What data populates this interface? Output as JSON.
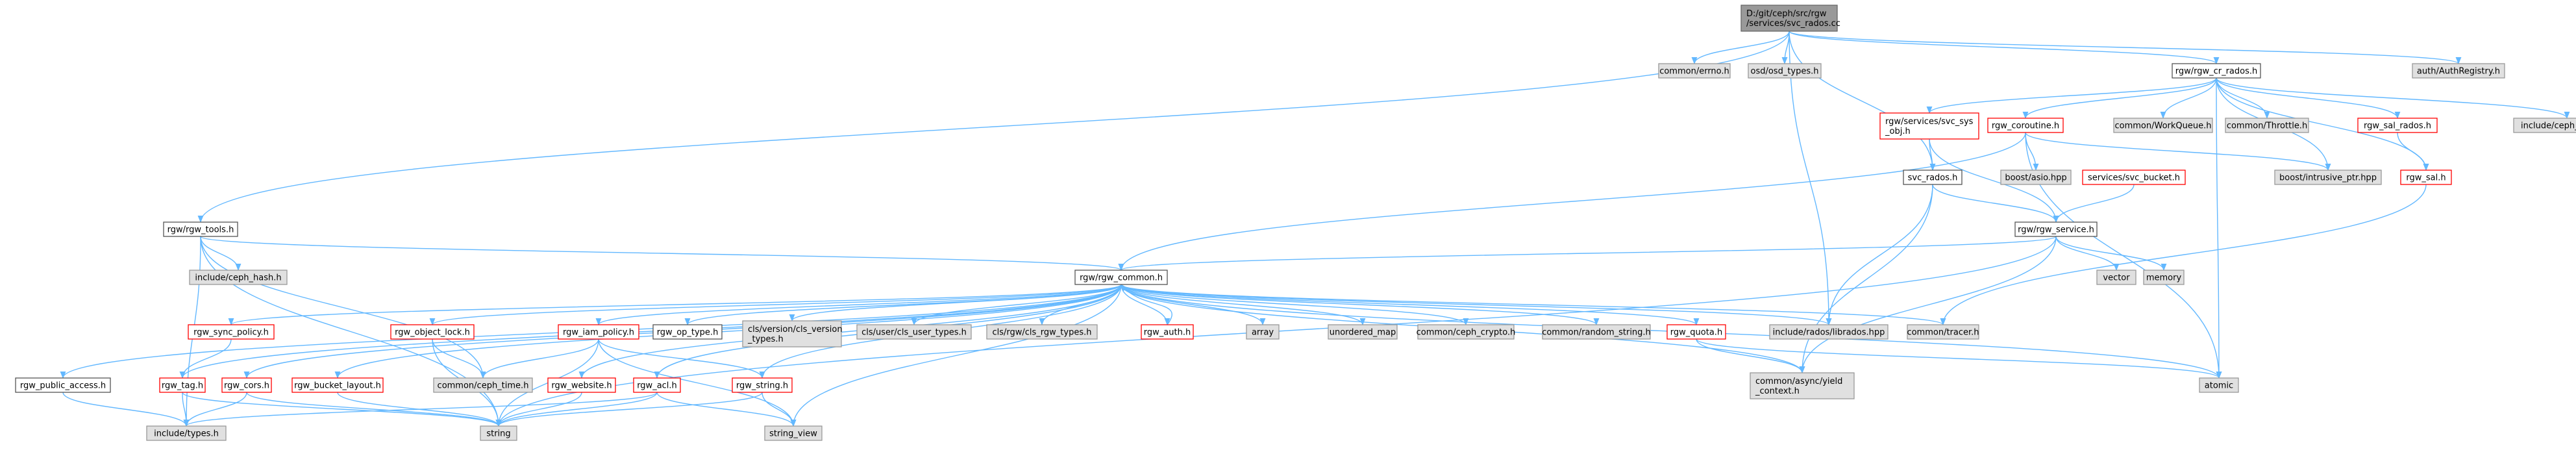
{
  "diagram": {
    "type": "include-dependency-graph",
    "colors": {
      "edge": "#63b8ff",
      "red_border": "#ff0000",
      "gray_fill": "#e0e0e0",
      "root_fill": "#999999"
    },
    "nodes": [
      {
        "id": "root",
        "lines": [
          "D:/git/ceph/src/rgw",
          "/services/svc_rados.cc"
        ],
        "style": "root"
      },
      {
        "id": "rgw_tools",
        "lines": [
          "rgw/rgw_tools.h"
        ],
        "style": "white"
      },
      {
        "id": "common_errno",
        "lines": [
          "common/errno.h"
        ],
        "style": "gray"
      },
      {
        "id": "osd_types",
        "lines": [
          "osd/osd_types.h"
        ],
        "style": "gray"
      },
      {
        "id": "rgw_cr_rados",
        "lines": [
          "rgw/rgw_cr_rados.h"
        ],
        "style": "white"
      },
      {
        "id": "auth_registry",
        "lines": [
          "auth/AuthRegistry.h"
        ],
        "style": "gray"
      },
      {
        "id": "svc_sys_obj",
        "lines": [
          "rgw/services/svc_sys",
          "_obj.h"
        ],
        "style": "red"
      },
      {
        "id": "rgw_coroutine",
        "lines": [
          "rgw_coroutine.h"
        ],
        "style": "red"
      },
      {
        "id": "workqueue",
        "lines": [
          "common/WorkQueue.h"
        ],
        "style": "gray"
      },
      {
        "id": "throttle",
        "lines": [
          "common/Throttle.h"
        ],
        "style": "gray"
      },
      {
        "id": "rgw_sal_rados",
        "lines": [
          "rgw_sal_rados.h"
        ],
        "style": "red"
      },
      {
        "id": "ceph_assert",
        "lines": [
          "include/ceph_assert.h"
        ],
        "style": "gray"
      },
      {
        "id": "svc_rados_h",
        "lines": [
          "svc_rados.h"
        ],
        "style": "white"
      },
      {
        "id": "boost_asio",
        "lines": [
          "boost/asio.hpp"
        ],
        "style": "gray"
      },
      {
        "id": "svc_bucket",
        "lines": [
          "services/svc_bucket.h"
        ],
        "style": "red"
      },
      {
        "id": "intrusive_ptr",
        "lines": [
          "boost/intrusive_ptr.hpp"
        ],
        "style": "gray"
      },
      {
        "id": "rgw_sal",
        "lines": [
          "rgw_sal.h"
        ],
        "style": "red"
      },
      {
        "id": "ceph_hash",
        "lines": [
          "include/ceph_hash.h"
        ],
        "style": "gray"
      },
      {
        "id": "rgw_service",
        "lines": [
          "rgw/rgw_service.h"
        ],
        "style": "white"
      },
      {
        "id": "vector",
        "lines": [
          "vector"
        ],
        "style": "gray"
      },
      {
        "id": "memory",
        "lines": [
          "memory"
        ],
        "style": "gray"
      },
      {
        "id": "rgw_common",
        "lines": [
          "rgw/rgw_common.h"
        ],
        "style": "white"
      },
      {
        "id": "rgw_sync_policy",
        "lines": [
          "rgw_sync_policy.h"
        ],
        "style": "red"
      },
      {
        "id": "rgw_object_lock",
        "lines": [
          "rgw_object_lock.h"
        ],
        "style": "red"
      },
      {
        "id": "rgw_iam_policy",
        "lines": [
          "rgw_iam_policy.h"
        ],
        "style": "red"
      },
      {
        "id": "rgw_op_type",
        "lines": [
          "rgw_op_type.h"
        ],
        "style": "white"
      },
      {
        "id": "cls_version_types",
        "lines": [
          "cls/version/cls_version",
          "_types.h"
        ],
        "style": "gray"
      },
      {
        "id": "cls_user_types",
        "lines": [
          "cls/user/cls_user_types.h"
        ],
        "style": "gray"
      },
      {
        "id": "cls_rgw_types",
        "lines": [
          "cls/rgw/cls_rgw_types.h"
        ],
        "style": "gray"
      },
      {
        "id": "rgw_auth",
        "lines": [
          "rgw_auth.h"
        ],
        "style": "red"
      },
      {
        "id": "array",
        "lines": [
          "array"
        ],
        "style": "gray"
      },
      {
        "id": "unordered_map",
        "lines": [
          "unordered_map"
        ],
        "style": "gray"
      },
      {
        "id": "ceph_crypto",
        "lines": [
          "common/ceph_crypto.h"
        ],
        "style": "gray"
      },
      {
        "id": "random_string",
        "lines": [
          "common/random_string.h"
        ],
        "style": "gray"
      },
      {
        "id": "rgw_quota",
        "lines": [
          "rgw_quota.h"
        ],
        "style": "red"
      },
      {
        "id": "librados",
        "lines": [
          "include/rados/librados.hpp"
        ],
        "style": "gray"
      },
      {
        "id": "tracer",
        "lines": [
          "common/tracer.h"
        ],
        "style": "gray"
      },
      {
        "id": "rgw_public_access",
        "lines": [
          "rgw_public_access.h"
        ],
        "style": "white"
      },
      {
        "id": "rgw_tag",
        "lines": [
          "rgw_tag.h"
        ],
        "style": "red"
      },
      {
        "id": "rgw_cors",
        "lines": [
          "rgw_cors.h"
        ],
        "style": "red"
      },
      {
        "id": "rgw_bucket_layout",
        "lines": [
          "rgw_bucket_layout.h"
        ],
        "style": "red"
      },
      {
        "id": "ceph_time",
        "lines": [
          "common/ceph_time.h"
        ],
        "style": "gray"
      },
      {
        "id": "rgw_website",
        "lines": [
          "rgw_website.h"
        ],
        "style": "red"
      },
      {
        "id": "rgw_acl",
        "lines": [
          "rgw_acl.h"
        ],
        "style": "red"
      },
      {
        "id": "rgw_string",
        "lines": [
          "rgw_string.h"
        ],
        "style": "red"
      },
      {
        "id": "yield_context",
        "lines": [
          "common/async/yield",
          "_context.h"
        ],
        "style": "gray"
      },
      {
        "id": "atomic",
        "lines": [
          "atomic"
        ],
        "style": "gray"
      },
      {
        "id": "include_types",
        "lines": [
          "include/types.h"
        ],
        "style": "gray"
      },
      {
        "id": "string",
        "lines": [
          "string"
        ],
        "style": "gray"
      },
      {
        "id": "string_view",
        "lines": [
          "string_view"
        ],
        "style": "gray"
      }
    ],
    "edges": [
      [
        "root",
        "rgw_tools"
      ],
      [
        "root",
        "common_errno"
      ],
      [
        "root",
        "osd_types"
      ],
      [
        "root",
        "rgw_cr_rados"
      ],
      [
        "root",
        "auth_registry"
      ],
      [
        "root",
        "svc_rados_h"
      ],
      [
        "root",
        "librados"
      ],
      [
        "rgw_cr_rados",
        "svc_sys_obj"
      ],
      [
        "rgw_cr_rados",
        "rgw_coroutine"
      ],
      [
        "rgw_cr_rados",
        "workqueue"
      ],
      [
        "rgw_cr_rados",
        "throttle"
      ],
      [
        "rgw_cr_rados",
        "rgw_sal_rados"
      ],
      [
        "rgw_cr_rados",
        "ceph_assert"
      ],
      [
        "rgw_cr_rados",
        "intrusive_ptr"
      ],
      [
        "rgw_cr_rados",
        "rgw_sal"
      ],
      [
        "rgw_cr_rados",
        "atomic"
      ],
      [
        "svc_sys_obj",
        "svc_rados_h"
      ],
      [
        "svc_sys_obj",
        "rgw_service"
      ],
      [
        "rgw_coroutine",
        "boost_asio"
      ],
      [
        "rgw_coroutine",
        "intrusive_ptr"
      ],
      [
        "rgw_coroutine",
        "rgw_common"
      ],
      [
        "rgw_coroutine",
        "atomic"
      ],
      [
        "svc_bucket",
        "rgw_service"
      ],
      [
        "rgw_sal_rados",
        "rgw_sal"
      ],
      [
        "rgw_sal",
        "tracer"
      ],
      [
        "svc_rados_h",
        "rgw_service"
      ],
      [
        "svc_rados_h",
        "librados"
      ],
      [
        "svc_rados_h",
        "yield_context"
      ],
      [
        "rgw_service",
        "vector"
      ],
      [
        "rgw_service",
        "memory"
      ],
      [
        "rgw_service",
        "rgw_common"
      ],
      [
        "rgw_service",
        "yield_context"
      ],
      [
        "rgw_service",
        "string"
      ],
      [
        "rgw_tools",
        "ceph_hash"
      ],
      [
        "rgw_tools",
        "rgw_common"
      ],
      [
        "rgw_tools",
        "include_types"
      ],
      [
        "rgw_tools",
        "ceph_time"
      ],
      [
        "rgw_tools",
        "string"
      ],
      [
        "rgw_common",
        "rgw_public_access"
      ],
      [
        "rgw_common",
        "rgw_sync_policy"
      ],
      [
        "rgw_common",
        "rgw_object_lock"
      ],
      [
        "rgw_common",
        "rgw_iam_policy"
      ],
      [
        "rgw_common",
        "rgw_op_type"
      ],
      [
        "rgw_common",
        "cls_version_types"
      ],
      [
        "rgw_common",
        "cls_user_types"
      ],
      [
        "rgw_common",
        "cls_rgw_types"
      ],
      [
        "rgw_common",
        "rgw_auth"
      ],
      [
        "rgw_common",
        "array"
      ],
      [
        "rgw_common",
        "unordered_map"
      ],
      [
        "rgw_common",
        "ceph_crypto"
      ],
      [
        "rgw_common",
        "random_string"
      ],
      [
        "rgw_common",
        "rgw_quota"
      ],
      [
        "rgw_common",
        "librados"
      ],
      [
        "rgw_common",
        "tracer"
      ],
      [
        "rgw_common",
        "rgw_tag"
      ],
      [
        "rgw_common",
        "rgw_cors"
      ],
      [
        "rgw_common",
        "rgw_bucket_layout"
      ],
      [
        "rgw_common",
        "rgw_website"
      ],
      [
        "rgw_common",
        "rgw_acl"
      ],
      [
        "rgw_common",
        "rgw_string"
      ],
      [
        "rgw_common",
        "yield_context"
      ],
      [
        "rgw_common",
        "atomic"
      ],
      [
        "rgw_common",
        "string_view"
      ],
      [
        "rgw_auth",
        "rgw_common"
      ],
      [
        "rgw_public_access",
        "include_types"
      ],
      [
        "rgw_sync_policy",
        "rgw_tag"
      ],
      [
        "rgw_tag",
        "include_types"
      ],
      [
        "rgw_tag",
        "string"
      ],
      [
        "rgw_cors",
        "include_types"
      ],
      [
        "rgw_cors",
        "string"
      ],
      [
        "rgw_bucket_layout",
        "string"
      ],
      [
        "rgw_object_lock",
        "ceph_time"
      ],
      [
        "rgw_object_lock",
        "string"
      ],
      [
        "rgw_iam_policy",
        "ceph_time"
      ],
      [
        "rgw_iam_policy",
        "rgw_string"
      ],
      [
        "rgw_iam_policy",
        "string"
      ],
      [
        "rgw_iam_policy",
        "string_view"
      ],
      [
        "rgw_website",
        "string"
      ],
      [
        "rgw_acl",
        "include_types"
      ],
      [
        "rgw_acl",
        "string"
      ],
      [
        "rgw_acl",
        "string_view"
      ],
      [
        "rgw_string",
        "string"
      ],
      [
        "rgw_string",
        "string_view"
      ],
      [
        "rgw_quota",
        "yield_context"
      ],
      [
        "rgw_quota",
        "atomic"
      ]
    ]
  }
}
